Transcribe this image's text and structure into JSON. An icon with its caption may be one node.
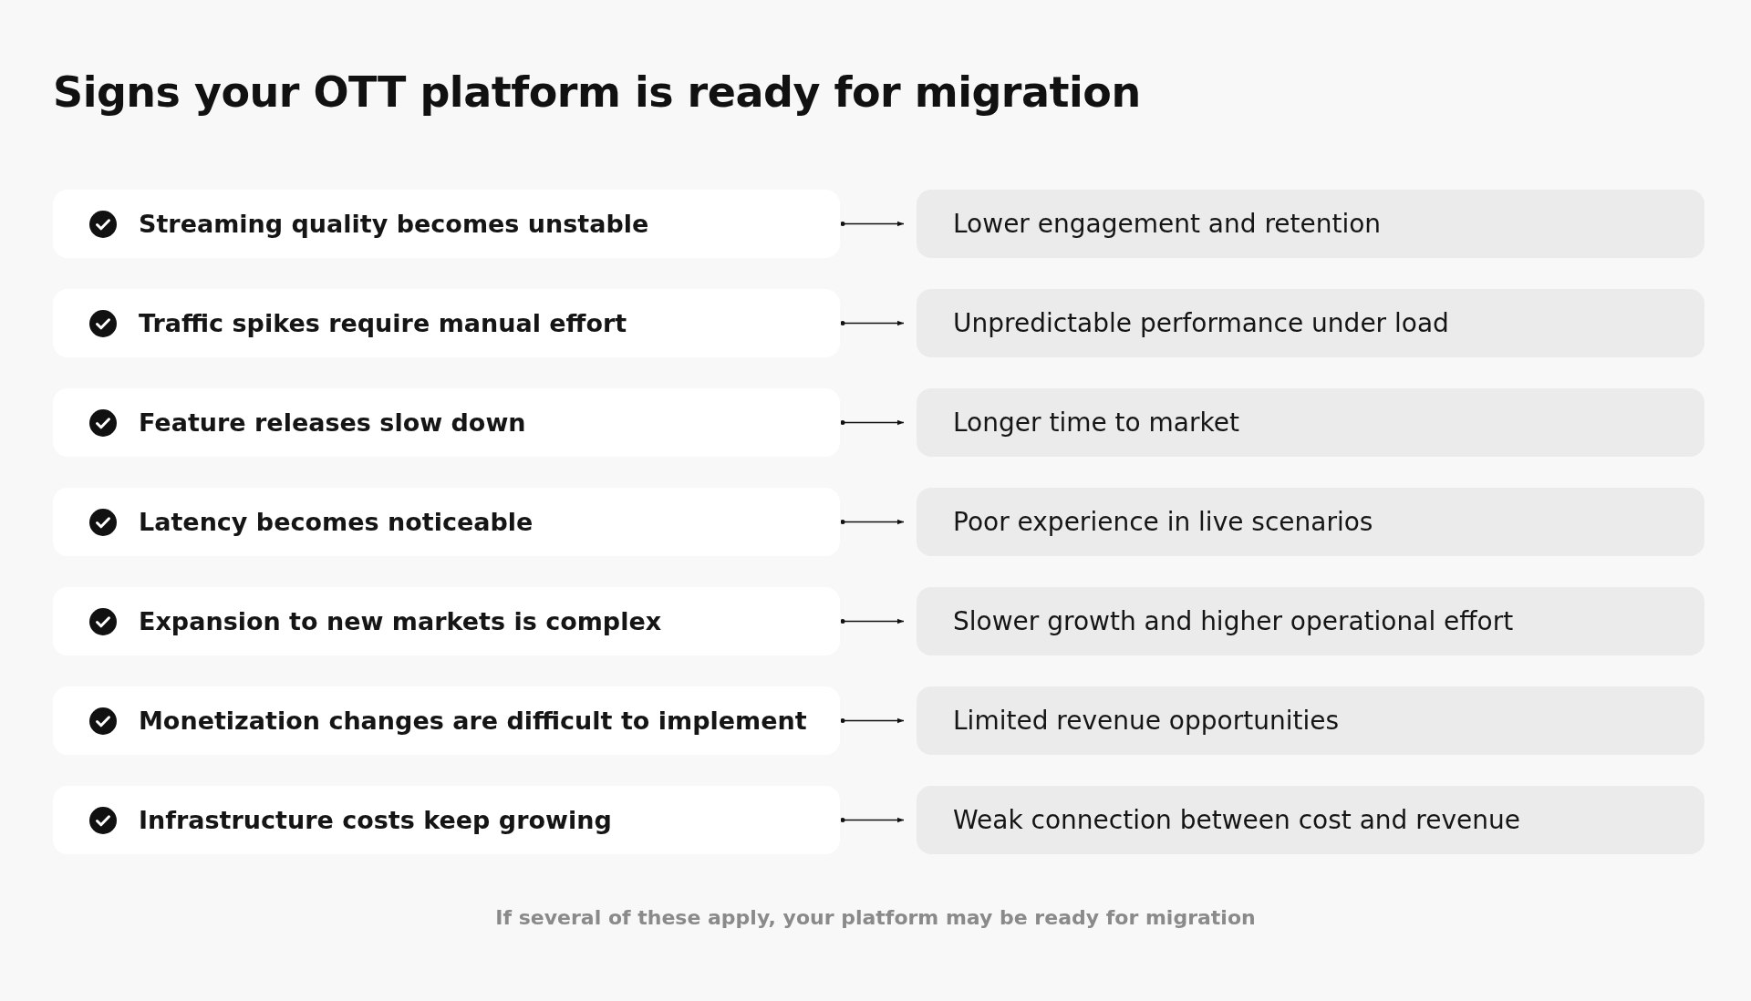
{
  "diagram": {
    "title": "Signs your OTT platform is ready for migration",
    "nodes": [
      {
        "text": [
          "Streaming quality becomes unstable"
        ]
      },
      {
        "text": [
          "Lower engagement and retention"
        ]
      },
      {
        "text": [
          "Traffic spikes require manual effort"
        ]
      },
      {
        "text": [
          "Unpredictable performance under load"
        ]
      },
      {
        "text": [
          "Feature releases slow down"
        ]
      },
      {
        "text": [
          "Longer time to market"
        ]
      },
      {
        "text": [
          "Latency becomes noticeable"
        ]
      },
      {
        "text": [
          "Poor experience in live scenarios"
        ]
      },
      {
        "text": [
          "Expansion to new markets is complex"
        ]
      },
      {
        "text": [
          "Slower growth and higher operational effort"
        ]
      },
      {
        "text": [
          "Monetization changes are difficult to implement"
        ]
      },
      {
        "text": [
          "Limited revenue opportunities"
        ]
      },
      {
        "text": [
          "Infrastructure costs keep growing"
        ]
      },
      {
        "text": [
          "Weak connection between cost and revenue"
        ]
      }
    ],
    "edges": [
      {
        "from": 0,
        "to": 1,
        "arrow": "to"
      },
      {
        "from": 2,
        "to": 3,
        "arrow": "to"
      },
      {
        "from": 4,
        "to": 5,
        "arrow": "to"
      },
      {
        "from": 6,
        "to": 7,
        "arrow": "to"
      },
      {
        "from": 8,
        "to": 9,
        "arrow": "to"
      },
      {
        "from": 10,
        "to": 11,
        "arrow": "to"
      },
      {
        "from": 12,
        "to": 13,
        "arrow": "to"
      }
    ],
    "caption": "If several of these apply, your platform may be ready for migration"
  }
}
